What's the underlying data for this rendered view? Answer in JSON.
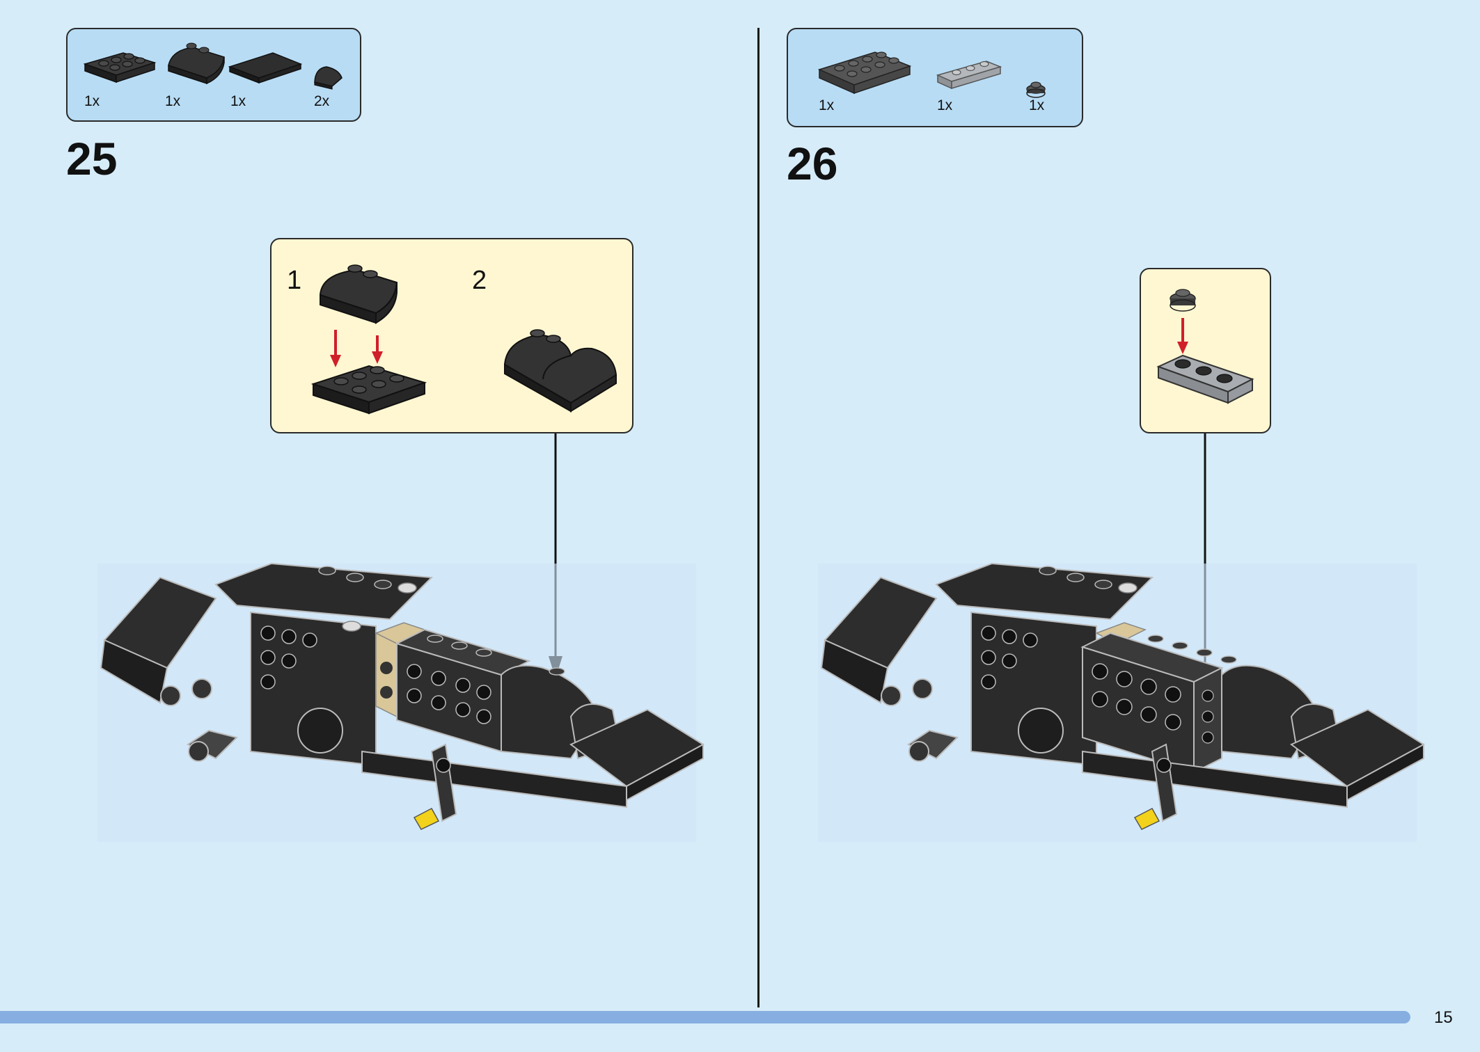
{
  "colors": {
    "page_bg": "#d6ecf9",
    "parts_box_bg": "#b8dcf4",
    "substep_box_bg": "#fff7d2",
    "arrow_red": "#d0202a",
    "brick_black": "#2b2b2b",
    "brick_light_gray": "#a9adb1",
    "brick_tan": "#d9c79a",
    "pin_yellow": "#f2d21a",
    "page_bar": "#86aee0"
  },
  "step25": {
    "number": "25",
    "parts": [
      {
        "icon": "black-2x3-plate-icon",
        "qty": "1x"
      },
      {
        "icon": "black-curved-slope-2x2-icon",
        "qty": "1x"
      },
      {
        "icon": "black-tile-2x4-icon",
        "qty": "1x"
      },
      {
        "icon": "black-curved-slope-1x1-icon",
        "qty": "2x"
      }
    ],
    "substeps": [
      {
        "number": "1"
      },
      {
        "number": "2"
      }
    ]
  },
  "step26": {
    "number": "26",
    "parts": [
      {
        "icon": "dark-gray-2x4-plate-icon",
        "qty": "1x"
      },
      {
        "icon": "light-gray-1x3-plate-icon",
        "qty": "1x"
      },
      {
        "icon": "dark-gray-round-plate-1x1-icon",
        "qty": "1x"
      }
    ]
  },
  "footer": {
    "page_number": "15"
  }
}
